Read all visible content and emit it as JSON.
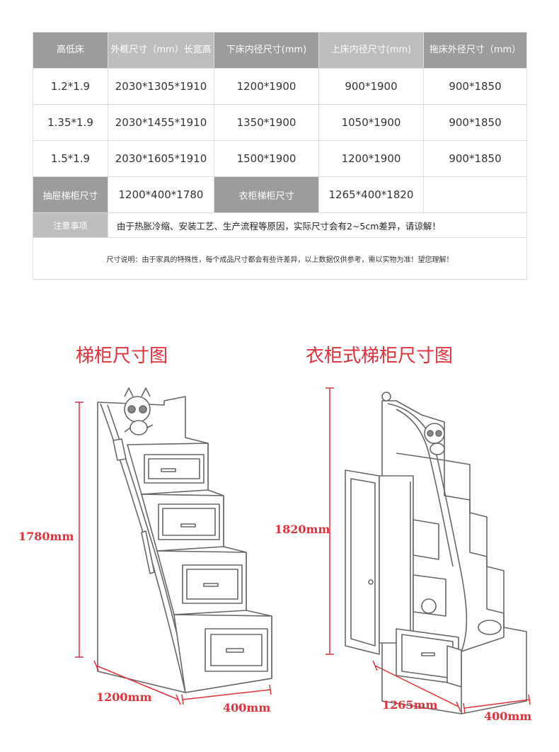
{
  "table": {
    "headers": [
      "高低床",
      "外框尺寸（mm）长宽高",
      "下床内径尺寸(mm)",
      "上床内径尺寸(mm)",
      "拖床外径尺寸（mm）"
    ],
    "rows": [
      [
        "1.2*1.9",
        "2030*1305*1910",
        "1200*1900",
        "900*1900",
        "900*1850"
      ],
      [
        "1.35*1.9",
        "2030*1455*1910",
        "1350*1900",
        "1050*1900",
        "900*1850"
      ],
      [
        "1.5*1.9",
        "2030*1605*1910",
        "1500*1900",
        "1200*1900",
        "900*1850"
      ]
    ],
    "drawer_stair_label": "抽屉梯柜尺寸",
    "drawer_stair_value": "1200*400*1780",
    "wardrobe_stair_label": "衣柜梯柜尺寸",
    "wardrobe_stair_value": "1265*400*1820",
    "note_label": "注意事项",
    "note_text": "由于热胀冷缩、安装工艺、生产流程等原因，实际尺寸会有2~5cm差异，请谅解！",
    "remark_text": "尺寸说明：由于家具的特殊性，每个成品尺寸都会有些许差异，以上数据仅供参考，需以实物为准！望您理解！"
  },
  "left_drawing": {
    "title": "梯柜尺寸图",
    "height_label": "1780mm",
    "width_label": "1200mm",
    "depth_label": "400mm"
  },
  "right_drawing": {
    "title": "衣柜式梯柜尺寸图",
    "height_label": "1820mm",
    "width_label": "1265mm",
    "depth_label": "400mm"
  },
  "colors": {
    "accent": "#e0313a",
    "header_dark": "#9c9c9c",
    "header_light": "#bdbdbd"
  }
}
